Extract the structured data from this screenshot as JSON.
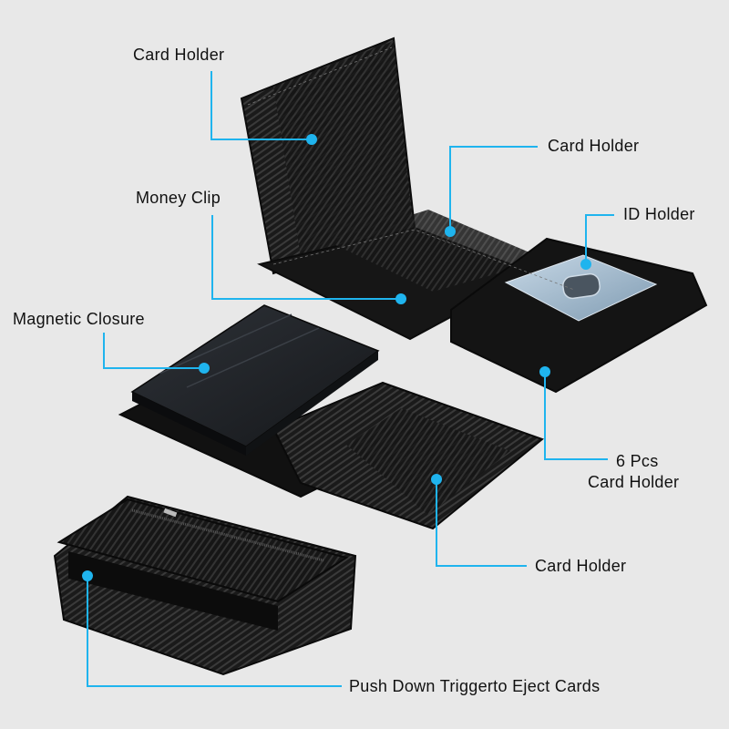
{
  "theme": {
    "background": "#e8e8e8",
    "callout_color": "#1fb4ee",
    "text_color": "#111111",
    "leather_color": "#1a1a1a",
    "metal_color": "#23262b",
    "id_window_color": "#a9c3d8"
  },
  "callouts": [
    {
      "id": "card-holder-top",
      "label": "Card Holder"
    },
    {
      "id": "card-holder-right",
      "label": "Card Holder"
    },
    {
      "id": "money-clip",
      "label": "Money Clip"
    },
    {
      "id": "id-holder",
      "label": "ID Holder"
    },
    {
      "id": "magnetic-closure",
      "label": "Magnetic Closure"
    },
    {
      "id": "six-pcs-card-holder",
      "label_line1": "6 Pcs",
      "label_line2": "Card Holder"
    },
    {
      "id": "card-holder-mid",
      "label": "Card Holder"
    },
    {
      "id": "push-down-trigger",
      "label": "Push Down Triggerto Eject Cards"
    }
  ],
  "products": [
    {
      "id": "wallet-open",
      "description": "open carbon fiber wallet"
    },
    {
      "id": "wallet-with-cardcase",
      "description": "wallet with aluminium card case"
    },
    {
      "id": "wallet-closed",
      "description": "closed wallet with zip pocket"
    }
  ]
}
